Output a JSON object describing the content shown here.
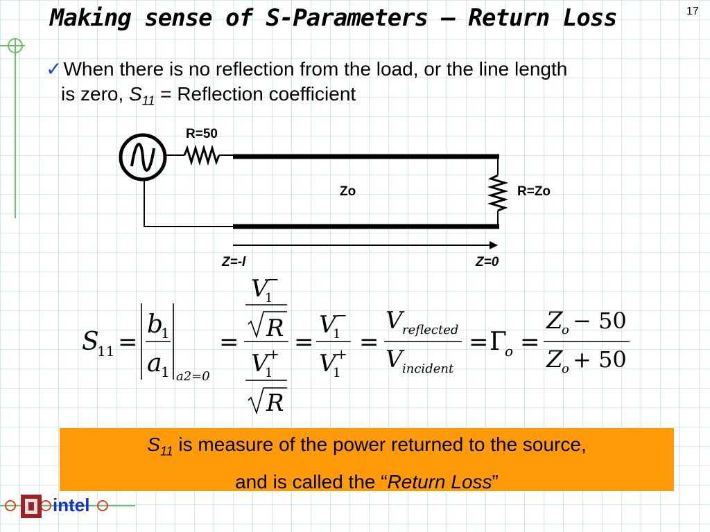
{
  "slide": {
    "title": "Making sense of S-Parameters – Return Loss",
    "page_number": "17"
  },
  "bullet": {
    "line1": "When there is no reflection from the load, or the line length",
    "line2_prefix": "is zero, ",
    "s_symbol": "S",
    "s_subscript": "11",
    "line2_suffix": " = Reflection coefficient",
    "marker_icon": "check-icon"
  },
  "circuit": {
    "source_resistor_label": "R=50",
    "line_label": "Zo",
    "load_label": "R=Zo",
    "position_start_label": "Z=-l",
    "position_end_label": "Z=0",
    "source_icon": "ac-source-icon"
  },
  "formula": {
    "lhs": "S",
    "lhs_sub": "11",
    "b": "b",
    "a": "a",
    "index_1": "1",
    "eval_condition": "a2=0",
    "V": "V",
    "R": "R",
    "minus_sup": "−",
    "plus_sup": "+",
    "reflected_sub": "reflected",
    "incident_sub": "incident",
    "gamma": "Γ",
    "o_sub": "o",
    "Z": "Z",
    "num_tail": "− 50",
    "den_tail": "+ 50",
    "equals": "="
  },
  "callout": {
    "s_symbol": "S",
    "s_subscript": "11",
    "line1_rest": " is measure of the power returned to the source,",
    "line2_prefix": "and is called the “",
    "line2_emphasis": "Return Loss",
    "line2_suffix": "”",
    "background_color": "#ff9b0a"
  },
  "branding": {
    "logo_text": "intel",
    "logo_icon": "university-seal-icon"
  }
}
